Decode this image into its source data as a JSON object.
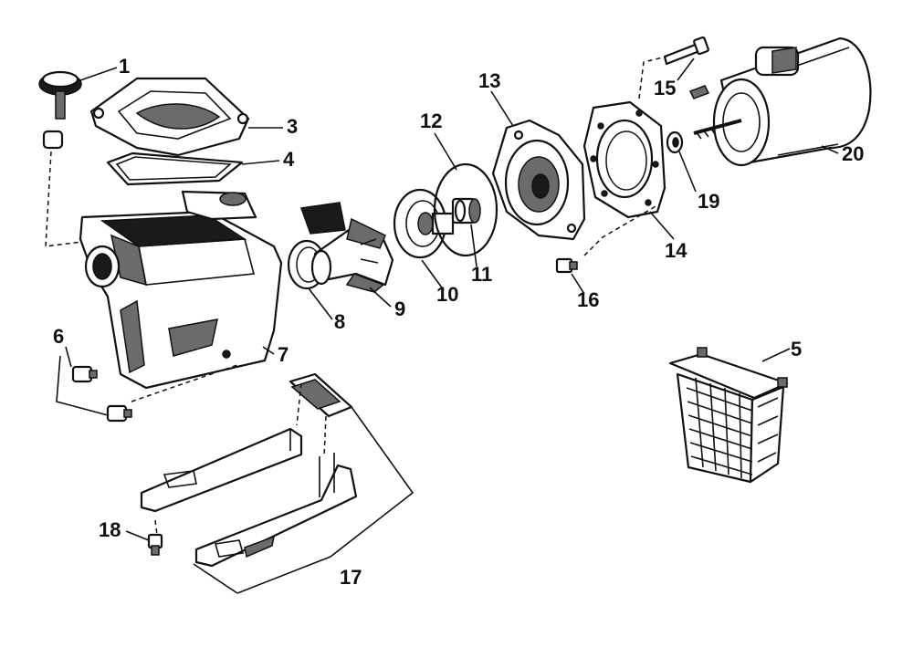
{
  "callouts": {
    "p1": "1",
    "p3": "3",
    "p4": "4",
    "p5": "5",
    "p6": "6",
    "p7": "7",
    "p8": "8",
    "p9": "9",
    "p10": "10",
    "p11": "11",
    "p12": "12",
    "p13": "13",
    "p14": "14",
    "p15": "15",
    "p16": "16",
    "p17": "17",
    "p18": "18",
    "p19": "19",
    "p20": "20"
  }
}
